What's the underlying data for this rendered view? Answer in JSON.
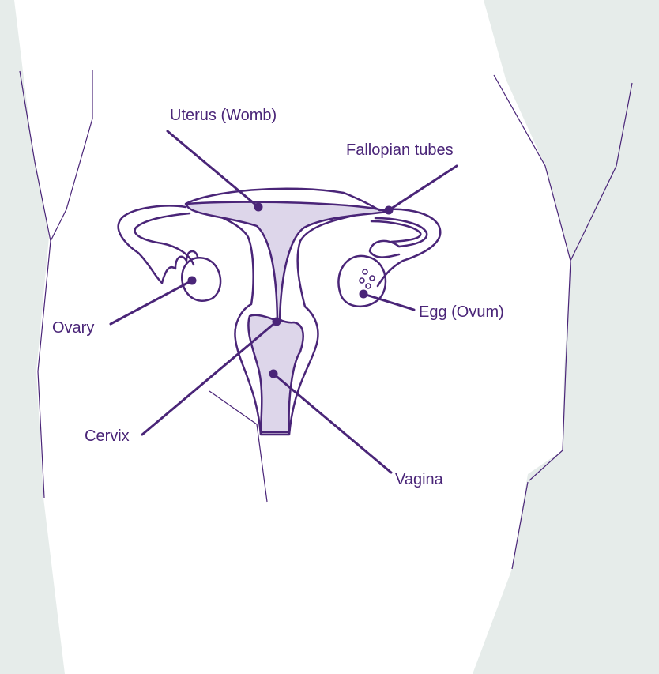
{
  "diagram": {
    "labels": {
      "uterus": "Uterus (Womb)",
      "fallopian_tubes": "Fallopian tubes",
      "ovary": "Ovary",
      "egg": "Egg (Ovum)",
      "cervix": "Cervix",
      "vagina": "Vagina"
    },
    "colors": {
      "outline": "#4a2578",
      "organ_fill": "#ddd6ea",
      "background_body": "#e6ecea",
      "page": "#ffffff"
    }
  }
}
